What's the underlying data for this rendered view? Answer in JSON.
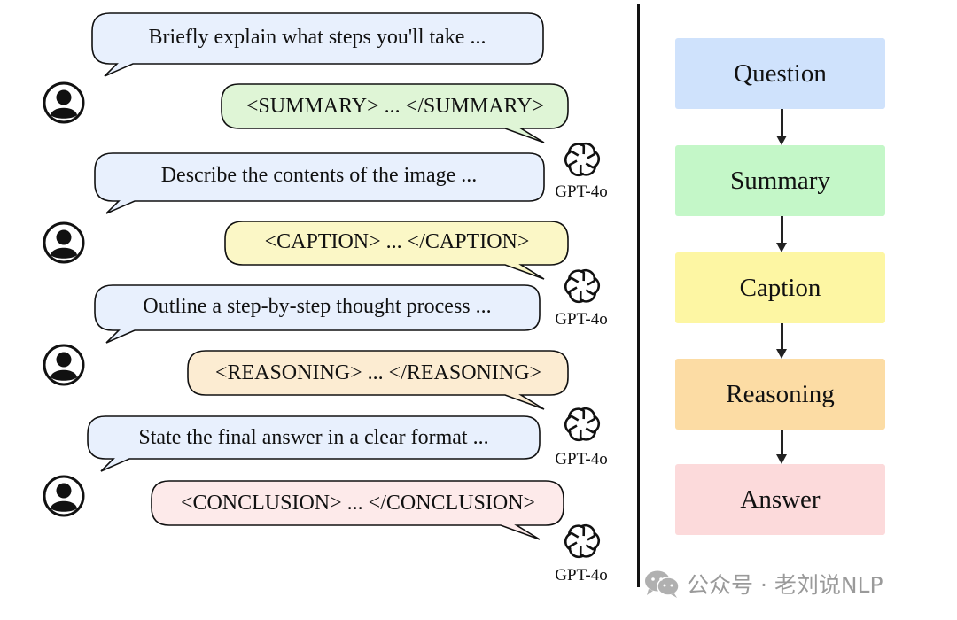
{
  "conversation": [
    {
      "role": "user",
      "text": "Briefly explain what steps you'll take ..."
    },
    {
      "role": "assistant",
      "text": "<SUMMARY> ... </SUMMARY>",
      "fill": "#dff5d6",
      "assistant_label": "GPT-4o",
      "icon": "openai-logo-icon"
    },
    {
      "role": "user",
      "text": "Describe the contents of the image ..."
    },
    {
      "role": "assistant",
      "text": "<CAPTION> ... </CAPTION>",
      "fill": "#fbf7c6",
      "assistant_label": "GPT-4o",
      "icon": "openai-logo-icon"
    },
    {
      "role": "user",
      "text": "Outline a step-by-step thought process ..."
    },
    {
      "role": "assistant",
      "text": "<REASONING> ... </REASONING>",
      "fill": "#fcecd2",
      "assistant_label": "GPT-4o",
      "icon": "openai-logo-icon"
    },
    {
      "role": "user",
      "text": "State the final answer in a clear format ..."
    },
    {
      "role": "assistant",
      "text": "<CONCLUSION> ... </CONCLUSION>",
      "fill": "#fdeaea",
      "assistant_label": "GPT-4o",
      "icon": "openai-logo-icon"
    }
  ],
  "user_bubble_fill": "#e8f0fd",
  "user_icon": "user-avatar-icon",
  "flow": [
    {
      "label": "Question",
      "color": "#cfe2fc"
    },
    {
      "label": "Summary",
      "color": "#c4f7c8"
    },
    {
      "label": "Caption",
      "color": "#fdf6a3"
    },
    {
      "label": "Reasoning",
      "color": "#fcdca4"
    },
    {
      "label": "Answer",
      "color": "#fcdadb"
    }
  ],
  "watermark": {
    "text": "公众号 · 老刘说NLP",
    "icon": "wechat-icon"
  }
}
